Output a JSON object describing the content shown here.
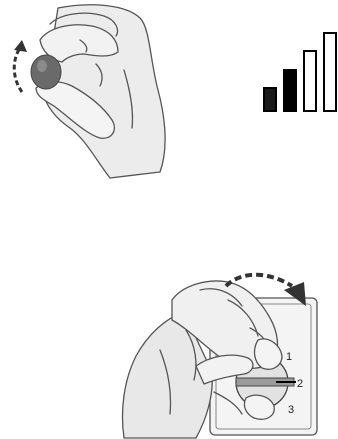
{
  "dial": {
    "positions": [
      "1",
      "2",
      "3"
    ]
  },
  "signal_bars": {
    "levels_total": 4,
    "levels_filled": 2,
    "colors": {
      "filled": "#000000",
      "outline": "#000000",
      "empty": "#ffffff",
      "first": "#1a1a1a"
    }
  },
  "icons": [
    "hand-squeezing-knob",
    "rotate-arrow",
    "signal-strength-bars",
    "hand-turning-dial",
    "curved-arrow"
  ]
}
